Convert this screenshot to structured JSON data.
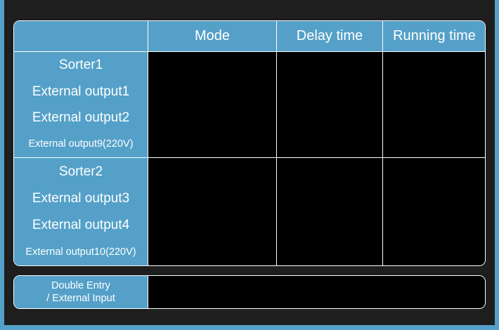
{
  "theme": {
    "background": "#1e1e1e",
    "accent": "#54a0c8",
    "cell_background": "#000000",
    "grid_line": "#ffffff",
    "text": "#ffffff"
  },
  "table": {
    "headers": {
      "corner": "",
      "mode": "Mode",
      "delay_time": "Delay time",
      "running_time": "Running time"
    },
    "groups": [
      {
        "name": "sorter1",
        "labels": [
          {
            "text": "Sorter1",
            "size": "normal"
          },
          {
            "text": "External output1",
            "size": "normal"
          },
          {
            "text": "External output2",
            "size": "normal"
          },
          {
            "text": "External output9(220V)",
            "size": "small"
          }
        ],
        "values": {
          "mode": "",
          "delay_time": "",
          "running_time": ""
        }
      },
      {
        "name": "sorter2",
        "labels": [
          {
            "text": "Sorter2",
            "size": "normal"
          },
          {
            "text": "External output3",
            "size": "normal"
          },
          {
            "text": "External output4",
            "size": "normal"
          },
          {
            "text": "External output10(220V)",
            "size": "small"
          }
        ],
        "values": {
          "mode": "",
          "delay_time": "",
          "running_time": ""
        }
      }
    ]
  },
  "bottom_bar": {
    "label_line1": "Double Entry",
    "label_line2": "/ External Input",
    "value": ""
  }
}
